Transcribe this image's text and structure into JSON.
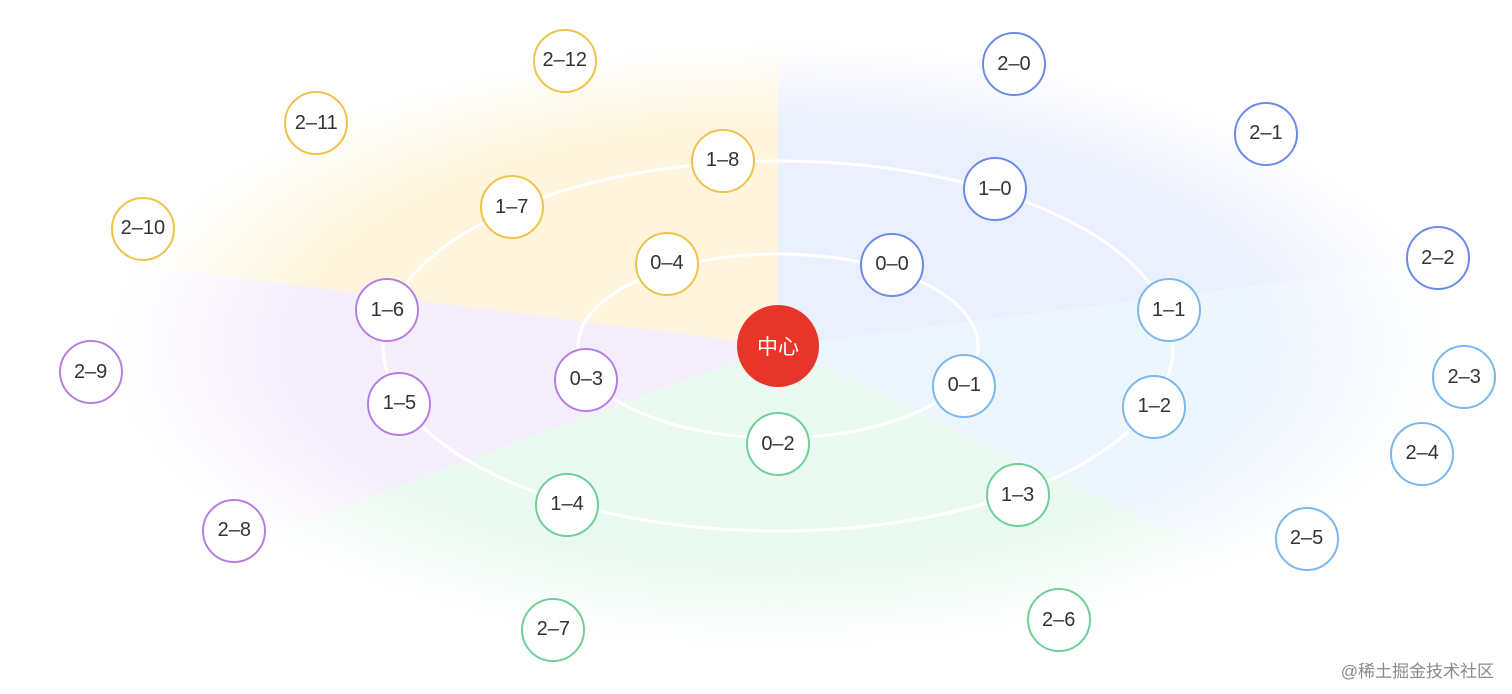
{
  "center": {
    "label": "中心",
    "color": "#e8352a"
  },
  "watermark": "@稀土掘金技术社区",
  "groups": [
    {
      "key": "yellow",
      "color": "#f0c24b",
      "fill": "#fdeec4"
    },
    {
      "key": "blue",
      "color": "#6b8be8",
      "fill": "#dde6fd"
    },
    {
      "key": "lightblue",
      "color": "#7ab8ee",
      "fill": "#e1effd"
    },
    {
      "key": "green",
      "color": "#6fcf97",
      "fill": "#dcf6e7"
    },
    {
      "key": "purple",
      "color": "#b67ee4",
      "fill": "#efe4fb"
    }
  ],
  "nodes": [
    {
      "label": "0–0",
      "ring": 0,
      "group": "blue"
    },
    {
      "label": "0–1",
      "ring": 0,
      "group": "lightblue"
    },
    {
      "label": "0–2",
      "ring": 0,
      "group": "green"
    },
    {
      "label": "0–3",
      "ring": 0,
      "group": "purple"
    },
    {
      "label": "0–4",
      "ring": 0,
      "group": "yellow"
    },
    {
      "label": "1–0",
      "ring": 1,
      "group": "blue"
    },
    {
      "label": "1–1",
      "ring": 1,
      "group": "lightblue"
    },
    {
      "label": "1–2",
      "ring": 1,
      "group": "lightblue"
    },
    {
      "label": "1–3",
      "ring": 1,
      "group": "green"
    },
    {
      "label": "1–4",
      "ring": 1,
      "group": "green"
    },
    {
      "label": "1–5",
      "ring": 1,
      "group": "purple"
    },
    {
      "label": "1–6",
      "ring": 1,
      "group": "purple"
    },
    {
      "label": "1–7",
      "ring": 1,
      "group": "yellow"
    },
    {
      "label": "1–8",
      "ring": 1,
      "group": "yellow"
    },
    {
      "label": "2–0",
      "ring": 2,
      "group": "blue"
    },
    {
      "label": "2–1",
      "ring": 2,
      "group": "blue"
    },
    {
      "label": "2–2",
      "ring": 2,
      "group": "blue"
    },
    {
      "label": "2–3",
      "ring": 2,
      "group": "lightblue"
    },
    {
      "label": "2–4",
      "ring": 2,
      "group": "lightblue"
    },
    {
      "label": "2–5",
      "ring": 2,
      "group": "lightblue"
    },
    {
      "label": "2–6",
      "ring": 2,
      "group": "green"
    },
    {
      "label": "2–7",
      "ring": 2,
      "group": "green"
    },
    {
      "label": "2–8",
      "ring": 2,
      "group": "purple"
    },
    {
      "label": "2–9",
      "ring": 2,
      "group": "purple"
    },
    {
      "label": "2–10",
      "ring": 2,
      "group": "yellow"
    },
    {
      "label": "2–11",
      "ring": 2,
      "group": "yellow"
    },
    {
      "label": "2–12",
      "ring": 2,
      "group": "yellow"
    }
  ]
}
